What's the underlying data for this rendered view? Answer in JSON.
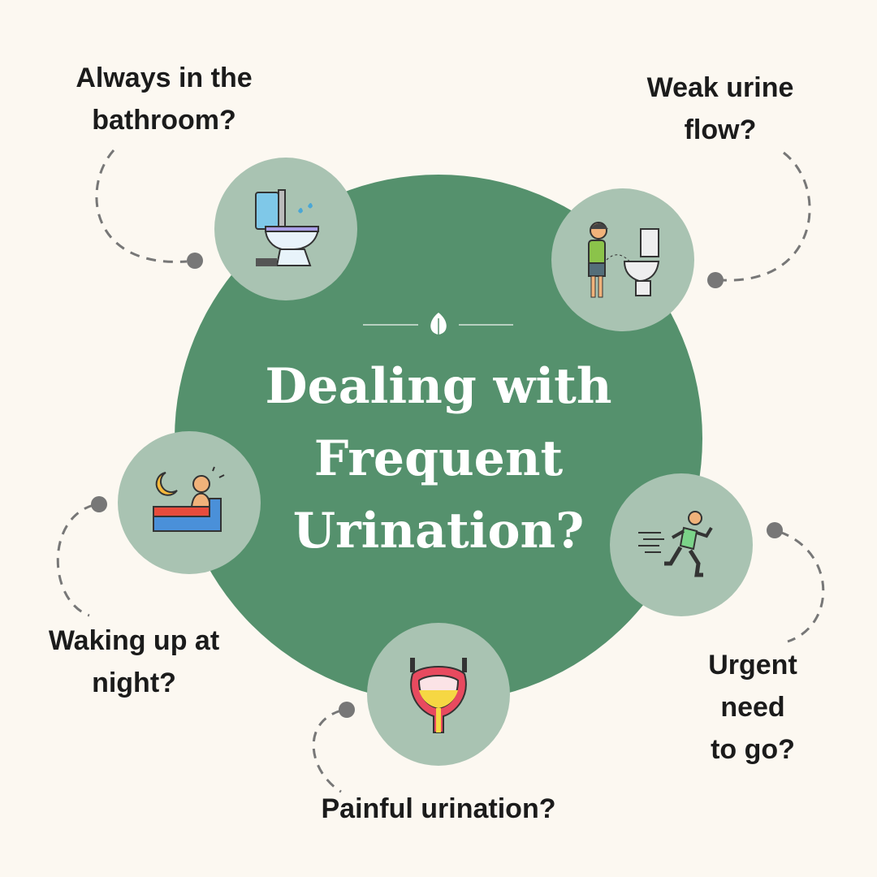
{
  "title": "Dealing with\nFrequent\nUrination?",
  "symptoms": [
    {
      "label": "Always in the\nbathroom?",
      "icon": "toilet-icon"
    },
    {
      "label": "Weak urine\nflow?",
      "icon": "boy-urinating-icon"
    },
    {
      "label": "Waking up at\nnight?",
      "icon": "bed-night-icon"
    },
    {
      "label": "Urgent need\nto go?",
      "icon": "running-person-icon"
    },
    {
      "label": "Painful urination?",
      "icon": "bladder-icon"
    }
  ],
  "colors": {
    "background": "#fcf8f1",
    "main_circle": "#55916d",
    "icon_circle": "#a9c3b2",
    "dash": "#777777"
  }
}
